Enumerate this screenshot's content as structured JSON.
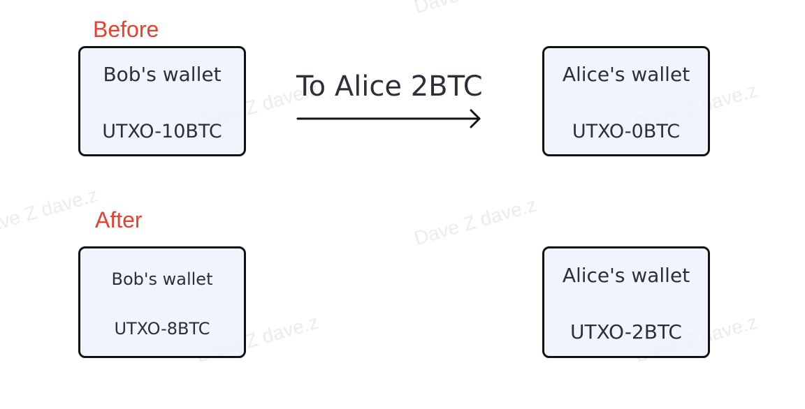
{
  "watermark": {
    "text": "Dave Z dave.z"
  },
  "before": {
    "label": "Before",
    "sender": {
      "title": "Bob's wallet",
      "amount": "UTXO-10BTC"
    },
    "receiver": {
      "title": "Alice's wallet",
      "amount": "UTXO-0BTC"
    },
    "transfer_label": "To Alice 2BTC"
  },
  "after": {
    "label": "After",
    "sender": {
      "title": "Bob's wallet",
      "amount": "UTXO-8BTC"
    },
    "receiver": {
      "title": "Alice's wallet",
      "amount": "UTXO-2BTC"
    }
  },
  "colors": {
    "section_label": "#e8402f",
    "box_fill": "#ecf1fc",
    "box_border": "#111111",
    "text": "#2b2f3a",
    "watermark": "#ececec"
  }
}
